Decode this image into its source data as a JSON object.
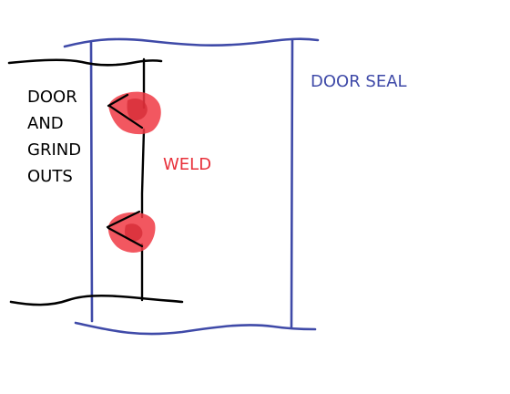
{
  "labels": {
    "door_lines": [
      "DOOR",
      "AND",
      "GRIND",
      "OUTS"
    ],
    "weld": "WELD",
    "door_seal": "DOOR SEAL"
  },
  "colors": {
    "background": "#ffffff",
    "door_ink": "#000000",
    "seal_ink": "#3f4aa8",
    "weld_ink": "#e8303a",
    "weld_blob": "#f03a44",
    "weld_blob_dark": "#d42a34"
  }
}
